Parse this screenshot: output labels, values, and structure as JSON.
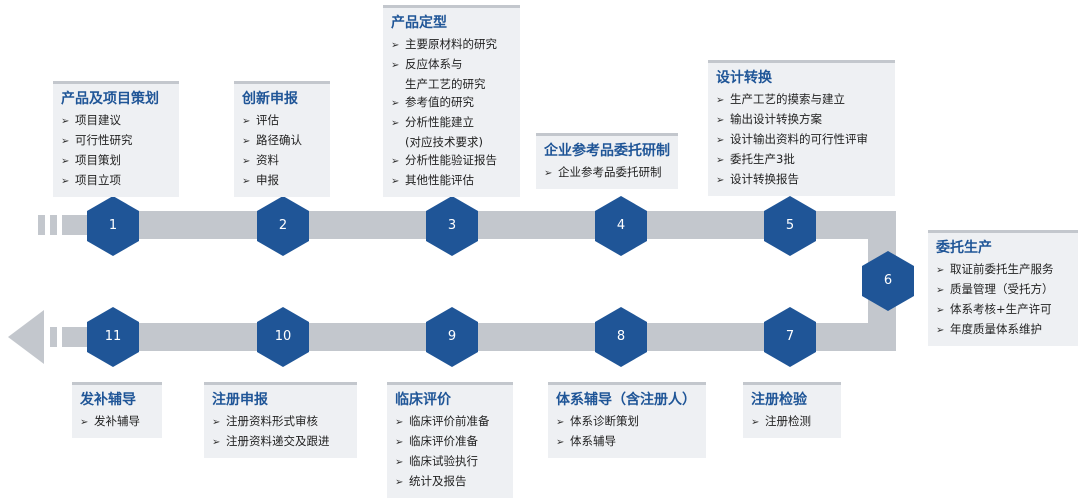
{
  "arrow_glyph": "➢",
  "steps": [
    {
      "number": "1",
      "title": "产品及项目策划",
      "items": [
        "项目建议",
        "可行性研究",
        "项目策划",
        "项目立项"
      ]
    },
    {
      "number": "2",
      "title": "创新申报",
      "items": [
        "评估",
        "路径确认",
        "资料",
        "申报"
      ]
    },
    {
      "number": "3",
      "title": "产品定型",
      "items": [
        "主要原材料的研究",
        "反应体系与\n生产工艺的研究",
        "参考值的研究",
        "分析性能建立\n(对应技术要求)",
        "分析性能验证报告",
        "其他性能评估"
      ]
    },
    {
      "number": "4",
      "title": "企业参考品委托研制",
      "items": [
        "企业参考品委托研制"
      ]
    },
    {
      "number": "5",
      "title": "设计转换",
      "items": [
        "生产工艺的摸索与建立",
        "输出设计转换方案",
        "设计输出资料的可行性评审",
        "委托生产3批",
        "设计转换报告"
      ]
    },
    {
      "number": "6",
      "title": "委托生产",
      "items": [
        "取证前委托生产服务",
        "质量管理（受托方）",
        "体系考核+生产许可",
        "年度质量体系维护"
      ]
    },
    {
      "number": "7",
      "title": "注册检验",
      "items": [
        "注册检测"
      ]
    },
    {
      "number": "8",
      "title": "体系辅导（含注册人）",
      "items": [
        "体系诊断策划",
        "体系辅导"
      ]
    },
    {
      "number": "9",
      "title": "临床评价",
      "items": [
        "临床评价前准备",
        "临床评价准备",
        "临床试验执行",
        "统计及报告"
      ]
    },
    {
      "number": "10",
      "title": "注册申报",
      "items": [
        "注册资料形式审核",
        "注册资料递交及跟进"
      ]
    },
    {
      "number": "11",
      "title": "发补辅导",
      "items": [
        "发补辅导"
      ]
    }
  ]
}
